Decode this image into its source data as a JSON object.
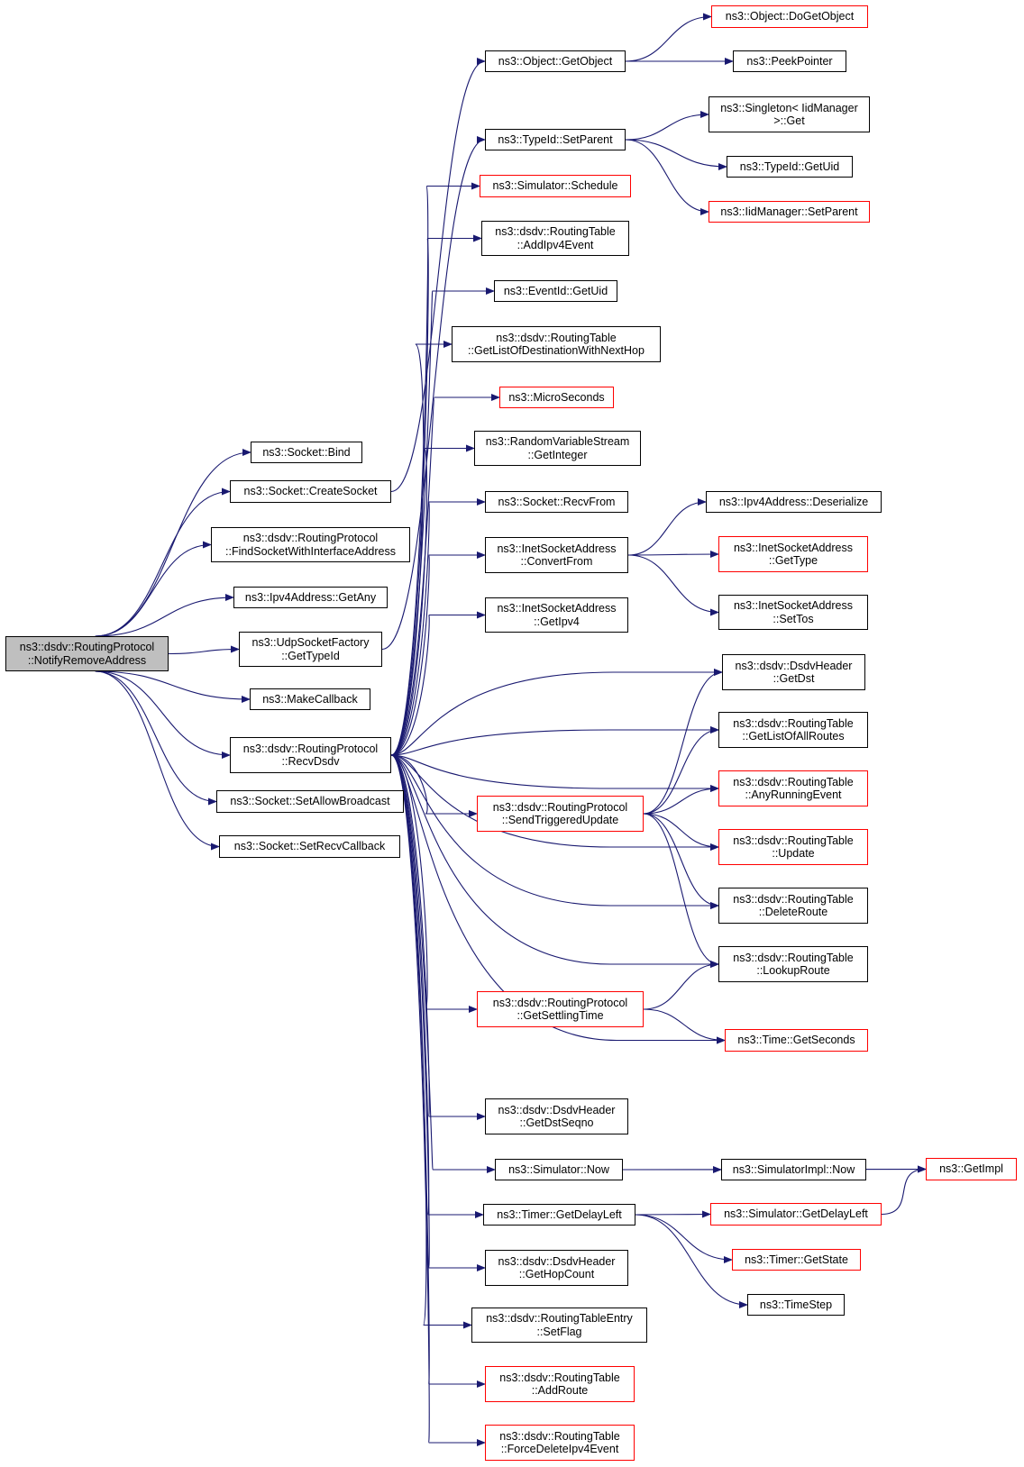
{
  "diagram": {
    "root": {
      "id": "root",
      "lines": [
        "ns3::dsdv::RoutingProtocol",
        "::NotifyRemoveAddress"
      ]
    },
    "nodes": [
      {
        "id": "socket_bind",
        "lines": [
          "ns3::Socket::Bind"
        ],
        "truncated": false
      },
      {
        "id": "socket_createsocket",
        "lines": [
          "ns3::Socket::CreateSocket"
        ],
        "truncated": false
      },
      {
        "id": "findsocket",
        "lines": [
          "ns3::dsdv::RoutingProtocol",
          "::FindSocketWithInterfaceAddress"
        ],
        "truncated": false
      },
      {
        "id": "ipv4_getany",
        "lines": [
          "ns3::Ipv4Address::GetAny"
        ],
        "truncated": false
      },
      {
        "id": "udp_gettypeid",
        "lines": [
          "ns3::UdpSocketFactory",
          "::GetTypeId"
        ],
        "truncated": false
      },
      {
        "id": "makecallback",
        "lines": [
          "ns3::MakeCallback"
        ],
        "truncated": false
      },
      {
        "id": "recvdsdv",
        "lines": [
          "ns3::dsdv::RoutingProtocol",
          "::RecvDsdv"
        ],
        "truncated": false
      },
      {
        "id": "setallowbroadcast",
        "lines": [
          "ns3::Socket::SetAllowBroadcast"
        ],
        "truncated": false
      },
      {
        "id": "setrecvcallback",
        "lines": [
          "ns3::Socket::SetRecvCallback"
        ],
        "truncated": false
      },
      {
        "id": "object_getobject",
        "lines": [
          "ns3::Object::GetObject"
        ],
        "truncated": false
      },
      {
        "id": "object_dogetobject",
        "lines": [
          "ns3::Object::DoGetObject"
        ],
        "truncated": true
      },
      {
        "id": "peekpointer",
        "lines": [
          "ns3::PeekPointer"
        ],
        "truncated": false
      },
      {
        "id": "typeid_setparent",
        "lines": [
          "ns3::TypeId::SetParent"
        ],
        "truncated": false
      },
      {
        "id": "singleton_get",
        "lines": [
          "ns3::Singleton< IidManager",
          ">::Get"
        ],
        "truncated": false
      },
      {
        "id": "typeid_getuid",
        "lines": [
          "ns3::TypeId::GetUid"
        ],
        "truncated": false
      },
      {
        "id": "iidmanager_setparent",
        "lines": [
          "ns3::IidManager::SetParent"
        ],
        "truncated": true
      },
      {
        "id": "simulator_schedule",
        "lines": [
          "ns3::Simulator::Schedule"
        ],
        "truncated": true
      },
      {
        "id": "addipv4event",
        "lines": [
          "ns3::dsdv::RoutingTable",
          "::AddIpv4Event"
        ],
        "truncated": false
      },
      {
        "id": "eventid_getuid",
        "lines": [
          "ns3::EventId::GetUid"
        ],
        "truncated": false
      },
      {
        "id": "getlistofdest",
        "lines": [
          "ns3::dsdv::RoutingTable",
          "::GetListOfDestinationWithNextHop"
        ],
        "truncated": false
      },
      {
        "id": "microseconds",
        "lines": [
          "ns3::MicroSeconds"
        ],
        "truncated": true
      },
      {
        "id": "rvs_getinteger",
        "lines": [
          "ns3::RandomVariableStream",
          "::GetInteger"
        ],
        "truncated": false
      },
      {
        "id": "socket_recvfrom",
        "lines": [
          "ns3::Socket::RecvFrom"
        ],
        "truncated": false
      },
      {
        "id": "isa_convertfrom",
        "lines": [
          "ns3::InetSocketAddress",
          "::ConvertFrom"
        ],
        "truncated": false
      },
      {
        "id": "isa_getipv4",
        "lines": [
          "ns3::InetSocketAddress",
          "::GetIpv4"
        ],
        "truncated": false
      },
      {
        "id": "ipv4_deserialize",
        "lines": [
          "ns3::Ipv4Address::Deserialize"
        ],
        "truncated": false
      },
      {
        "id": "isa_gettype",
        "lines": [
          "ns3::InetSocketAddress",
          "::GetType"
        ],
        "truncated": true
      },
      {
        "id": "isa_settos",
        "lines": [
          "ns3::InetSocketAddress",
          "::SetTos"
        ],
        "truncated": false
      },
      {
        "id": "hdr_getdst",
        "lines": [
          "ns3::dsdv::DsdvHeader",
          "::GetDst"
        ],
        "truncated": false
      },
      {
        "id": "rt_getlistofallroutes",
        "lines": [
          "ns3::dsdv::RoutingTable",
          "::GetListOfAllRoutes"
        ],
        "truncated": false
      },
      {
        "id": "rt_anyrunningevent",
        "lines": [
          "ns3::dsdv::RoutingTable",
          "::AnyRunningEvent"
        ],
        "truncated": true
      },
      {
        "id": "sendtriggeredupdate",
        "lines": [
          "ns3::dsdv::RoutingProtocol",
          "::SendTriggeredUpdate"
        ],
        "truncated": true
      },
      {
        "id": "rt_update",
        "lines": [
          "ns3::dsdv::RoutingTable",
          "::Update"
        ],
        "truncated": true
      },
      {
        "id": "rt_deleteroute",
        "lines": [
          "ns3::dsdv::RoutingTable",
          "::DeleteRoute"
        ],
        "truncated": false
      },
      {
        "id": "rt_lookuproute",
        "lines": [
          "ns3::dsdv::RoutingTable",
          "::LookupRoute"
        ],
        "truncated": false
      },
      {
        "id": "getsettlingtime",
        "lines": [
          "ns3::dsdv::RoutingProtocol",
          "::GetSettlingTime"
        ],
        "truncated": true
      },
      {
        "id": "time_getseconds",
        "lines": [
          "ns3::Time::GetSeconds"
        ],
        "truncated": true
      },
      {
        "id": "hdr_getdstseqno",
        "lines": [
          "ns3::dsdv::DsdvHeader",
          "::GetDstSeqno"
        ],
        "truncated": false
      },
      {
        "id": "simulator_now",
        "lines": [
          "ns3::Simulator::Now"
        ],
        "truncated": false
      },
      {
        "id": "simimpl_now",
        "lines": [
          "ns3::SimulatorImpl::Now"
        ],
        "truncated": false
      },
      {
        "id": "getimpl",
        "lines": [
          "ns3::GetImpl"
        ],
        "truncated": true
      },
      {
        "id": "timer_getdelayleft",
        "lines": [
          "ns3::Timer::GetDelayLeft"
        ],
        "truncated": false
      },
      {
        "id": "sim_getdelayleft",
        "lines": [
          "ns3::Simulator::GetDelayLeft"
        ],
        "truncated": true
      },
      {
        "id": "timer_getstate",
        "lines": [
          "ns3::Timer::GetState"
        ],
        "truncated": true
      },
      {
        "id": "timestep",
        "lines": [
          "ns3::TimeStep"
        ],
        "truncated": false
      },
      {
        "id": "hdr_gethopcount",
        "lines": [
          "ns3::dsdv::DsdvHeader",
          "::GetHopCount"
        ],
        "truncated": false
      },
      {
        "id": "rte_setflag",
        "lines": [
          "ns3::dsdv::RoutingTableEntry",
          "::SetFlag"
        ],
        "truncated": false
      },
      {
        "id": "rt_addroute",
        "lines": [
          "ns3::dsdv::RoutingTable",
          "::AddRoute"
        ],
        "truncated": true
      },
      {
        "id": "rt_forcedelete",
        "lines": [
          "ns3::dsdv::RoutingTable",
          "::ForceDeleteIpv4Event"
        ],
        "truncated": true
      }
    ],
    "edges": [
      [
        "root",
        "socket_bind"
      ],
      [
        "root",
        "socket_createsocket"
      ],
      [
        "root",
        "findsocket"
      ],
      [
        "root",
        "ipv4_getany"
      ],
      [
        "root",
        "udp_gettypeid"
      ],
      [
        "root",
        "makecallback"
      ],
      [
        "root",
        "recvdsdv"
      ],
      [
        "root",
        "setallowbroadcast"
      ],
      [
        "root",
        "setrecvcallback"
      ],
      [
        "socket_createsocket",
        "object_getobject"
      ],
      [
        "udp_gettypeid",
        "typeid_setparent"
      ],
      [
        "object_getobject",
        "object_dogetobject"
      ],
      [
        "object_getobject",
        "peekpointer"
      ],
      [
        "typeid_setparent",
        "singleton_get"
      ],
      [
        "typeid_setparent",
        "typeid_getuid"
      ],
      [
        "typeid_setparent",
        "iidmanager_setparent"
      ],
      [
        "recvdsdv",
        "simulator_schedule"
      ],
      [
        "recvdsdv",
        "addipv4event"
      ],
      [
        "recvdsdv",
        "eventid_getuid"
      ],
      [
        "recvdsdv",
        "getlistofdest"
      ],
      [
        "recvdsdv",
        "microseconds"
      ],
      [
        "recvdsdv",
        "rvs_getinteger"
      ],
      [
        "recvdsdv",
        "socket_recvfrom"
      ],
      [
        "recvdsdv",
        "isa_convertfrom"
      ],
      [
        "recvdsdv",
        "isa_getipv4"
      ],
      [
        "recvdsdv",
        "hdr_getdst"
      ],
      [
        "recvdsdv",
        "rt_getlistofallroutes"
      ],
      [
        "recvdsdv",
        "rt_anyrunningevent"
      ],
      [
        "recvdsdv",
        "sendtriggeredupdate"
      ],
      [
        "recvdsdv",
        "rt_update"
      ],
      [
        "recvdsdv",
        "rt_deleteroute"
      ],
      [
        "recvdsdv",
        "rt_lookuproute"
      ],
      [
        "recvdsdv",
        "getsettlingtime"
      ],
      [
        "recvdsdv",
        "time_getseconds"
      ],
      [
        "recvdsdv",
        "hdr_getdstseqno"
      ],
      [
        "recvdsdv",
        "simulator_now"
      ],
      [
        "recvdsdv",
        "timer_getdelayleft"
      ],
      [
        "recvdsdv",
        "hdr_gethopcount"
      ],
      [
        "recvdsdv",
        "rte_setflag"
      ],
      [
        "recvdsdv",
        "rt_addroute"
      ],
      [
        "recvdsdv",
        "rt_forcedelete"
      ],
      [
        "isa_convertfrom",
        "ipv4_deserialize"
      ],
      [
        "isa_convertfrom",
        "isa_gettype"
      ],
      [
        "isa_convertfrom",
        "isa_settos"
      ],
      [
        "sendtriggeredupdate",
        "hdr_getdst"
      ],
      [
        "sendtriggeredupdate",
        "rt_getlistofallroutes"
      ],
      [
        "sendtriggeredupdate",
        "rt_anyrunningevent"
      ],
      [
        "sendtriggeredupdate",
        "rt_update"
      ],
      [
        "sendtriggeredupdate",
        "rt_deleteroute"
      ],
      [
        "sendtriggeredupdate",
        "rt_lookuproute"
      ],
      [
        "getsettlingtime",
        "rt_lookuproute"
      ],
      [
        "getsettlingtime",
        "time_getseconds"
      ],
      [
        "simulator_now",
        "simimpl_now"
      ],
      [
        "simulator_now",
        "getimpl"
      ],
      [
        "timer_getdelayleft",
        "sim_getdelayleft"
      ],
      [
        "timer_getdelayleft",
        "timer_getstate"
      ],
      [
        "timer_getdelayleft",
        "timestep"
      ],
      [
        "sim_getdelayleft",
        "getimpl"
      ]
    ],
    "colors": {
      "edge": "#191970",
      "border": "#000000",
      "truncated_border": "#ff0000",
      "root_fill": "#bfbfbf",
      "node_fill": "#ffffff"
    }
  }
}
